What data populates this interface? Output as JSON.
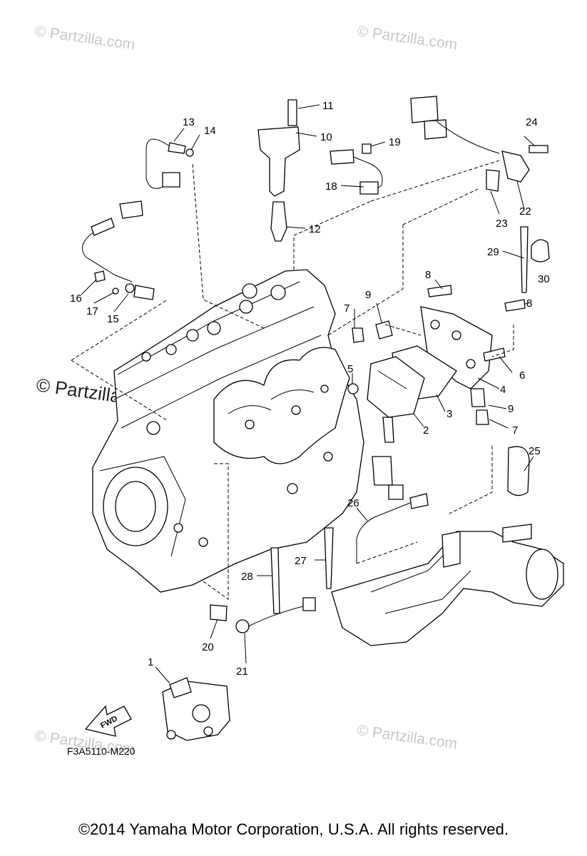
{
  "watermarks": [
    "© Partzilla.com",
    "© Partzilla.com",
    "© Partzilla.com",
    "© Partzilla.com",
    "© Partzilla.com"
  ],
  "diagram_code": "F3A5110-M220",
  "fwd_label": "FWD",
  "callouts": [
    "1",
    "2",
    "3",
    "4",
    "5",
    "6",
    "7",
    "7",
    "8",
    "8",
    "9",
    "9",
    "10",
    "11",
    "12",
    "13",
    "14",
    "15",
    "16",
    "17",
    "18",
    "19",
    "20",
    "21",
    "22",
    "23",
    "24",
    "25",
    "26",
    "27",
    "28",
    "29",
    "30"
  ],
  "footer": "©2014  Yamaha Motor Corporation, U.S.A. All rights reserved."
}
